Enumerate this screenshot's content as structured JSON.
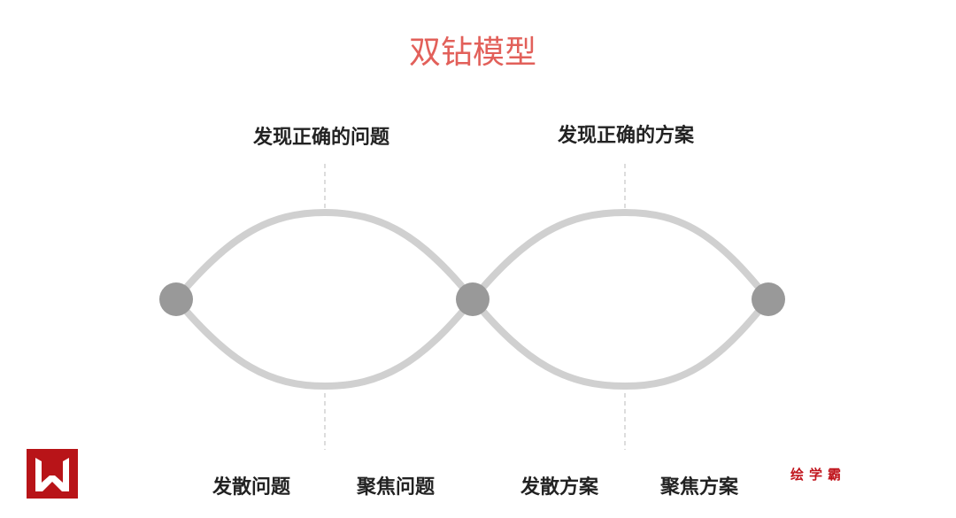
{
  "title": "双钻模型",
  "top_labels": [
    "发现正确的问题",
    "发现正确的方案"
  ],
  "bottom_labels": [
    "发散问题",
    "聚焦问题",
    "发散方案",
    "聚焦方案"
  ],
  "brand": "绘学霸",
  "logo_text": "W",
  "colors": {
    "title": "#e2605a",
    "curve": "#d0d0d0",
    "node": "#999999",
    "brand": "#c0141c"
  }
}
